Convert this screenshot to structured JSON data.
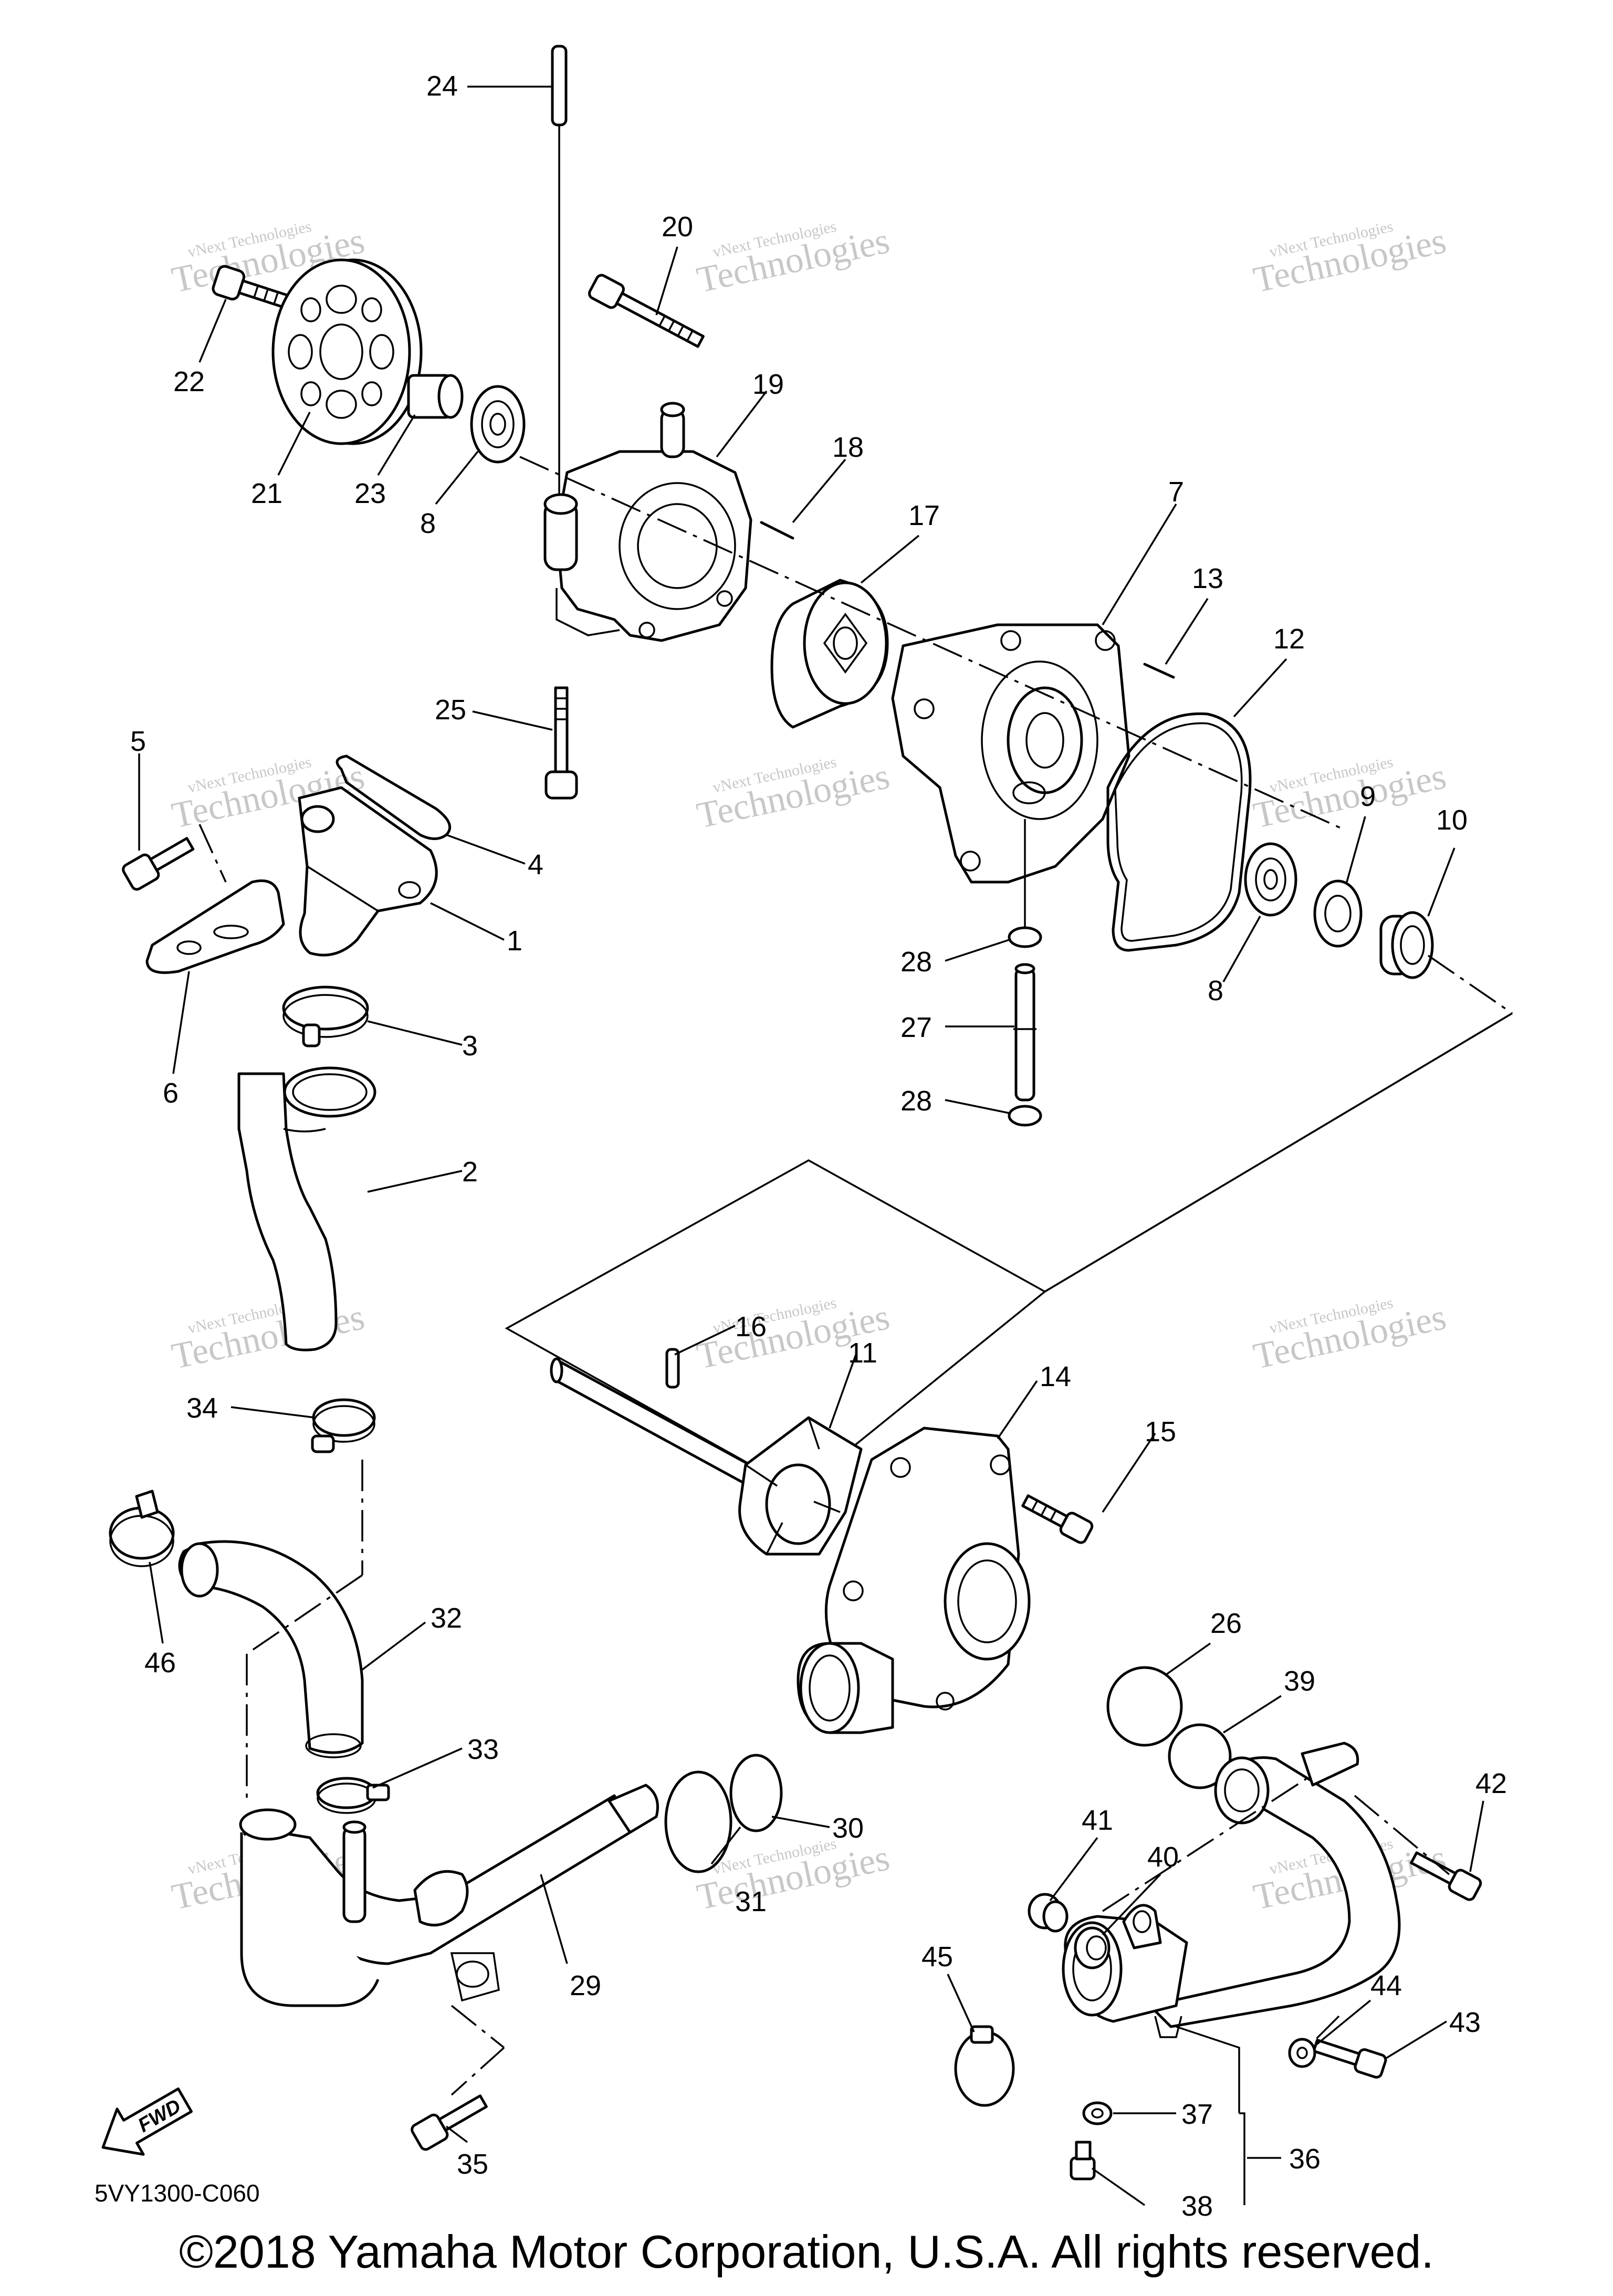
{
  "diagram": {
    "watermark": "vNext Technologies",
    "watermark_big": "Technologies",
    "diagram_code": "5VY1300-C060",
    "copyright": "©2018 Yamaha Motor Corporation, U.S.A. All rights reserved.",
    "fwd_label": "FWD",
    "callouts": [
      "1",
      "2",
      "3",
      "4",
      "5",
      "6",
      "7",
      "8",
      "8",
      "9",
      "10",
      "11",
      "12",
      "13",
      "14",
      "15",
      "16",
      "17",
      "18",
      "19",
      "20",
      "21",
      "22",
      "23",
      "24",
      "25",
      "26",
      "27",
      "28",
      "28",
      "29",
      "30",
      "31",
      "32",
      "33",
      "34",
      "35",
      "36",
      "37",
      "38",
      "39",
      "40",
      "41",
      "42",
      "43",
      "44",
      "45",
      "46"
    ]
  }
}
